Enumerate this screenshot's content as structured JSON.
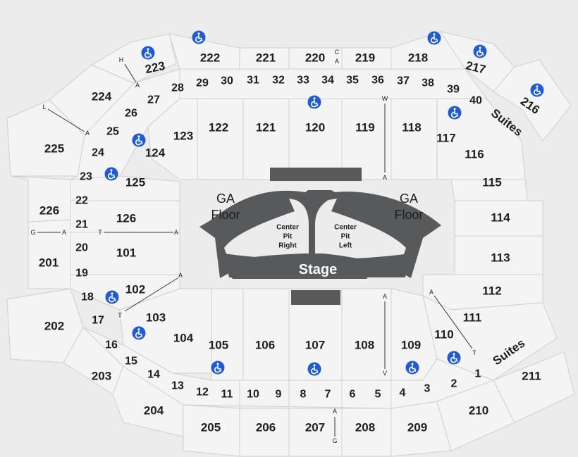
{
  "sections": {
    "s222": "222",
    "s221": "221",
    "s220": "220",
    "s219": "219",
    "s218": "218",
    "s223": "223",
    "s224": "224",
    "s225": "225",
    "s226": "226",
    "s201": "201",
    "s202": "202",
    "s203": "203",
    "s204": "204",
    "s205": "205",
    "s206": "206",
    "s207": "207",
    "s208": "208",
    "s209": "209",
    "s210": "210",
    "s211": "211",
    "s216": "216",
    "s217": "217",
    "s29": "29",
    "s30": "30",
    "s31": "31",
    "s32": "32",
    "s33": "33",
    "s34": "34",
    "s35": "35",
    "s36": "36",
    "s37": "37",
    "s38": "38",
    "s39": "39",
    "s40": "40",
    "s28": "28",
    "s27": "27",
    "s26": "26",
    "s25": "25",
    "s24": "24",
    "s23": "23",
    "s22": "22",
    "s21": "21",
    "s20": "20",
    "s19": "19",
    "s18": "18",
    "s17": "17",
    "s16": "16",
    "s15": "15",
    "s14": "14",
    "s13": "13",
    "s12": "12",
    "s11": "11",
    "s10": "10",
    "s9": "9",
    "s8": "8",
    "s7": "7",
    "s6": "6",
    "s5": "5",
    "s4": "4",
    "s3": "3",
    "s2": "2",
    "s1": "1",
    "s122": "122",
    "s121": "121",
    "s120": "120",
    "s119": "119",
    "s118": "118",
    "s117": "117",
    "s116": "116",
    "s115": "115",
    "s114": "114",
    "s113": "113",
    "s112": "112",
    "s111": "111",
    "s110": "110",
    "s109": "109",
    "s108": "108",
    "s107": "107",
    "s106": "106",
    "s105": "105",
    "s104": "104",
    "s103": "103",
    "s102": "102",
    "s101": "101",
    "s126": "126",
    "s125": "125",
    "s124": "124",
    "s123": "123"
  },
  "suites_top": "Suites",
  "suites_bottom": "Suites",
  "floor": {
    "ga_left_1": "GA",
    "ga_left_2": "Floor",
    "ga_right_1": "GA",
    "ga_right_2": "Floor",
    "pit_right": [
      "Center",
      "Pit",
      "Right"
    ],
    "pit_left": [
      "Center",
      "Pit",
      "Left"
    ],
    "stage": "Stage"
  },
  "aisles": {
    "ca_c": "C",
    "ca_a": "A",
    "h": "H",
    "h_a": "A",
    "l": "L",
    "l_a": "A",
    "g_left": "G",
    "g_left_a": "A",
    "t_mid": "T",
    "t_mid_a": "A",
    "a_102": "A",
    "t_102": "T",
    "w": "W",
    "w_a": "A",
    "a_108": "A",
    "v_108": "V",
    "a_111": "A",
    "t_111": "T",
    "a_207": "A",
    "g_207": "G"
  },
  "colors": {
    "wheelchair": "#1f5bd6",
    "stage": "#57595a",
    "section": "#f4f4f4",
    "background": "#ececec"
  },
  "icon": "wheelchair-accessible-icon"
}
